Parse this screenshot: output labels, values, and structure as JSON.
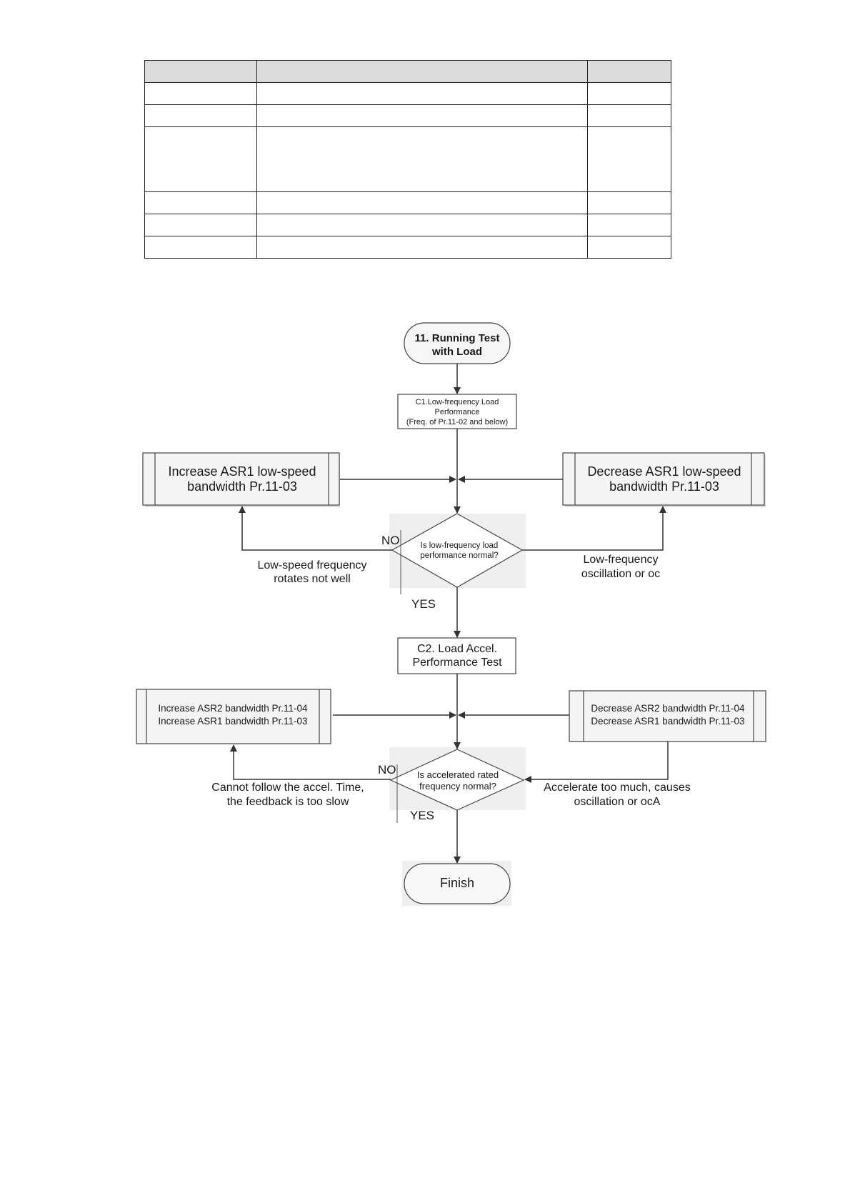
{
  "table": {
    "rows": [
      {
        "tall": false
      },
      {
        "tall": false
      },
      {
        "tall": true
      },
      {
        "tall": false
      },
      {
        "tall": false
      },
      {
        "tall": false
      }
    ]
  },
  "flowchart": {
    "start": {
      "line1": "11. Running Test",
      "line2": "with Load"
    },
    "c1": {
      "line1": "C1.Low-frequency Load",
      "line2": "Performance",
      "line3": "(Freq. of Pr.11-02 and below)"
    },
    "increase_asr1": {
      "line1": "Increase ASR1 low-speed",
      "line2": "bandwidth Pr.11-03"
    },
    "decrease_asr1": {
      "line1": "Decrease ASR1 low-speed",
      "line2": "bandwidth Pr.11-03"
    },
    "decision1": {
      "line1": "Is low-frequency load",
      "line2": "performance normal?"
    },
    "no1": "NO",
    "yes1": "YES",
    "low_speed_note": {
      "line1": "Low-speed frequency",
      "line2": "rotates not well"
    },
    "low_freq_note": {
      "line1": "Low-frequency",
      "line2": "oscillation or oc"
    },
    "c2": {
      "line1": "C2. Load Accel.",
      "line2": "Performance Test"
    },
    "increase_asr2": {
      "line1": "Increase ASR2 bandwidth Pr.11-04",
      "line2": "Increase ASR1 bandwidth Pr.11-03"
    },
    "decrease_asr2": {
      "line1": "Decrease ASR2 bandwidth Pr.11-04",
      "line2": "Decrease ASR1 bandwidth Pr.11-03"
    },
    "decision2": {
      "line1": "Is accelerated rated",
      "line2": "frequency normal?"
    },
    "no2": "NO",
    "yes2": "YES",
    "cannot_follow_note": {
      "line1": "Cannot follow the accel. Time,",
      "line2": "the feedback is too slow"
    },
    "accelerate_note": {
      "line1": "Accelerate too much, causes",
      "line2": "oscillation or ocA"
    },
    "finish": "Finish"
  }
}
